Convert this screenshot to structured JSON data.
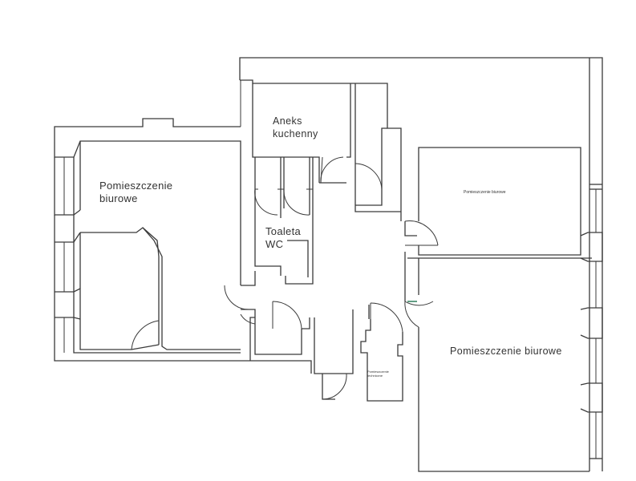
{
  "rooms": {
    "office_left": "Pomieszczenie\nbiurowe",
    "kitchenette": "Aneks\nkuchenny",
    "toilet": "Toaleta\nWC",
    "office_right_top": "Pomieszczenie biurowe",
    "office_right_bottom": "Pomieszczenie biurowe",
    "technical_room": "Pomieszczenie\ntechniczne"
  },
  "colors": {
    "walls": "#3a3a3a",
    "background": "#ffffff",
    "accent_mark": "#2e7d5a"
  }
}
